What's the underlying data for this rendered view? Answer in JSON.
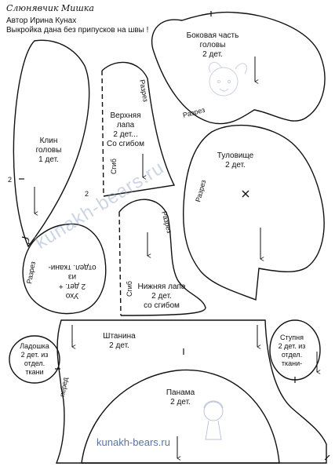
{
  "header": {
    "title": "Слюнявчик Мишка",
    "author": "Автор Ирина Кунах",
    "note": "Выкройка дана без припусков на швы !"
  },
  "pieces": {
    "side_head": {
      "name": "Боковая часть",
      "line2": "головы",
      "count": "2 дет.",
      "cut": "Разрез"
    },
    "head_gusset": {
      "name": "Клин",
      "line2": "головы",
      "count": "1 дет."
    },
    "upper_paw": {
      "name": "Верхняя",
      "line2": "лапа",
      "count": "2 дет...",
      "fold_note": "Со сгибом",
      "cut": "Разрез",
      "fold": "Сгиб"
    },
    "body": {
      "name": "Туловище",
      "count": "2 дет.",
      "cut": "Разрез"
    },
    "ear": {
      "name": "Ухо",
      "count": "2 дет. +",
      "line3": "из",
      "line4": "отдел. ткани-",
      "cut": "Разрез"
    },
    "lower_paw": {
      "name": "Нижняя лапа",
      "count": "2 дет.",
      "fold_note": "со сгибом",
      "cut": "Разрез",
      "fold": "Сгиб"
    },
    "trousers": {
      "name": "Штанина",
      "count": "2 дет.",
      "front": "перед"
    },
    "palm": {
      "name": "Ладошка",
      "count": "2 дет. из",
      "line3": "отдел.",
      "line4": "ткани"
    },
    "foot": {
      "name": "Ступня",
      "count": "2 дет. из",
      "line3": "отдел.",
      "line4": "ткани-"
    },
    "panama": {
      "name": "Панама",
      "count": "2 дет."
    }
  },
  "marks": {
    "one": "1",
    "two": "2"
  },
  "watermark": {
    "diagonal": "kunakh-bears.ru",
    "bottom": "kunakh-bears.ru"
  },
  "colors": {
    "line": "#111111",
    "watermark": "#8fa3c4"
  }
}
